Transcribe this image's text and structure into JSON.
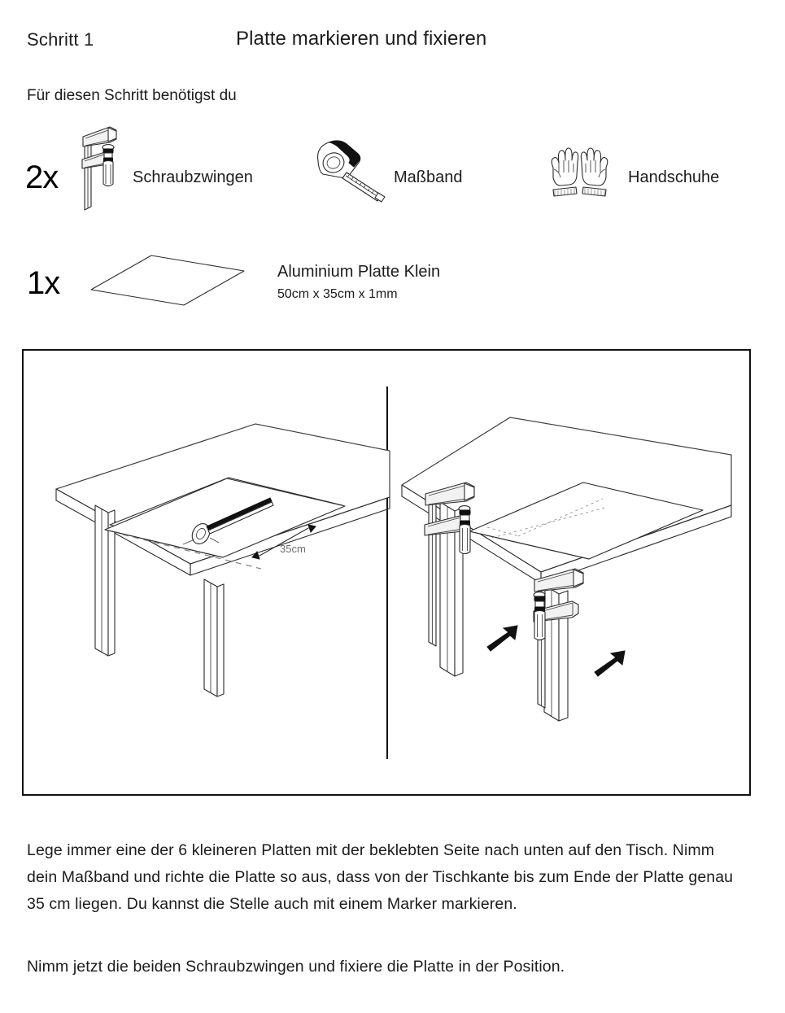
{
  "header": {
    "step_label": "Schritt 1",
    "step_title": "Platte markieren und fixieren",
    "needs_label": "Für diesen Schritt benötigst du"
  },
  "tools": [
    {
      "quantity": "2x",
      "name": "Schraubzwingen",
      "icon": "bar-clamp-icon"
    },
    {
      "quantity": "",
      "name": "Maßband",
      "icon": "tape-measure-icon"
    },
    {
      "quantity": "",
      "name": "Handschuhe",
      "icon": "work-gloves-icon"
    }
  ],
  "parts": [
    {
      "quantity": "1x",
      "name": "Aluminium Platte Klein",
      "dimensions": "50cm x 35cm x  1mm",
      "icon": "aluminium-sheet-icon"
    }
  ],
  "illustration": {
    "left_panel": {
      "name": "table-with-plate-and-tape-measure",
      "dimension_label": "35cm"
    },
    "right_panel": {
      "name": "table-with-plate-and-two-clamps",
      "arrow_count": 2
    }
  },
  "body": {
    "paragraph_1": "Lege immer eine der 6 kleineren Platten mit der beklebten Seite nach unten auf den Tisch. Nimm dein Maßband und richte die Platte so aus, dass von der Tischkante bis zum Ende der Platte genau 35 cm liegen. Du kannst die Stelle auch mit einem Marker markieren.",
    "paragraph_2": "Nimm jetzt die beiden Schraubzwingen und fixiere die Platte in der Position."
  },
  "colors": {
    "text": "#1c1c1c",
    "line": "#2b2b2b",
    "dimension": "#6d6d6d",
    "border": "#111111"
  }
}
